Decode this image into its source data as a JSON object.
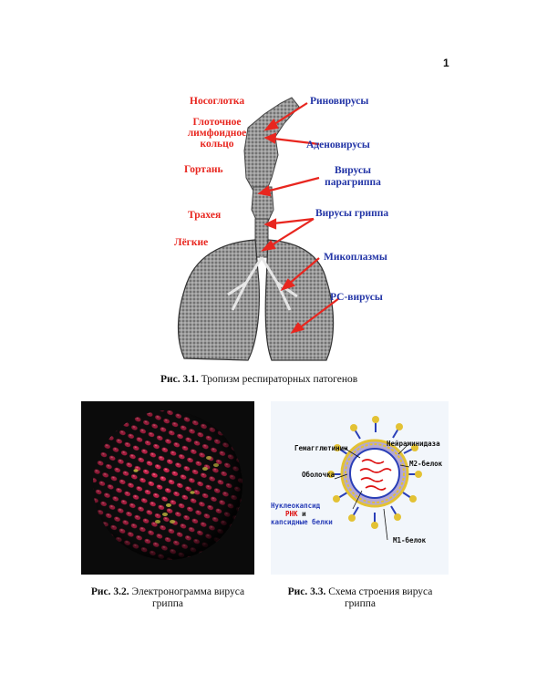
{
  "page_number": "1",
  "figure_3_1": {
    "left_labels": [
      "Носоглотка",
      "Глоточное лимфоидное кольцо",
      "Гортань",
      "Трахея",
      "Лёгкие"
    ],
    "right_labels": [
      "Риновирусы",
      "Аденовирусы",
      "Вирусы парагриппа",
      "Вирусы гриппа",
      "Микоплазмы",
      "РС-вирусы"
    ],
    "caption_num": "Рис. 3.1.",
    "caption_text": " Тропизм респираторных патогенов"
  },
  "figure_3_2": {
    "caption_num": "Рис. 3.2.",
    "caption_text": " Электронограмма вируса гриппа"
  },
  "figure_3_3": {
    "labels": {
      "hemagglutinin": "Гемагглютинин",
      "neuraminidase": "Нейраминидаза",
      "envelope": "Оболочка",
      "m2": "М2-белок",
      "nucleocapsid": "Нуклеокапсид",
      "rna": "РНК",
      "and": "и",
      "capsid_proteins": "капсидные белки",
      "m1": "М1-белок"
    },
    "caption_num": "Рис. 3.3.",
    "caption_text": " Схема строения вируса гриппа"
  }
}
